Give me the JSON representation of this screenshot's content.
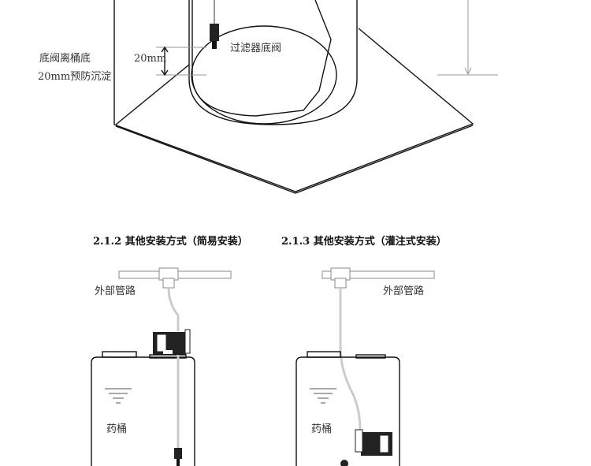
{
  "top_figure": {
    "valve_label": "过滤器底阀",
    "dimension_label": "20mm",
    "note_line1": "底阀离桶底",
    "note_line2": "20mm预防沉淀"
  },
  "simple_install": {
    "heading": "2.1.2  其他安装方式（简易安装）",
    "pipe_label": "外部管路",
    "tank_label": "药桶"
  },
  "pour_install": {
    "heading": "2.1.3  其他安装方式（灌注式安装）",
    "pipe_label": "外部管路",
    "tank_label": "药桶"
  }
}
